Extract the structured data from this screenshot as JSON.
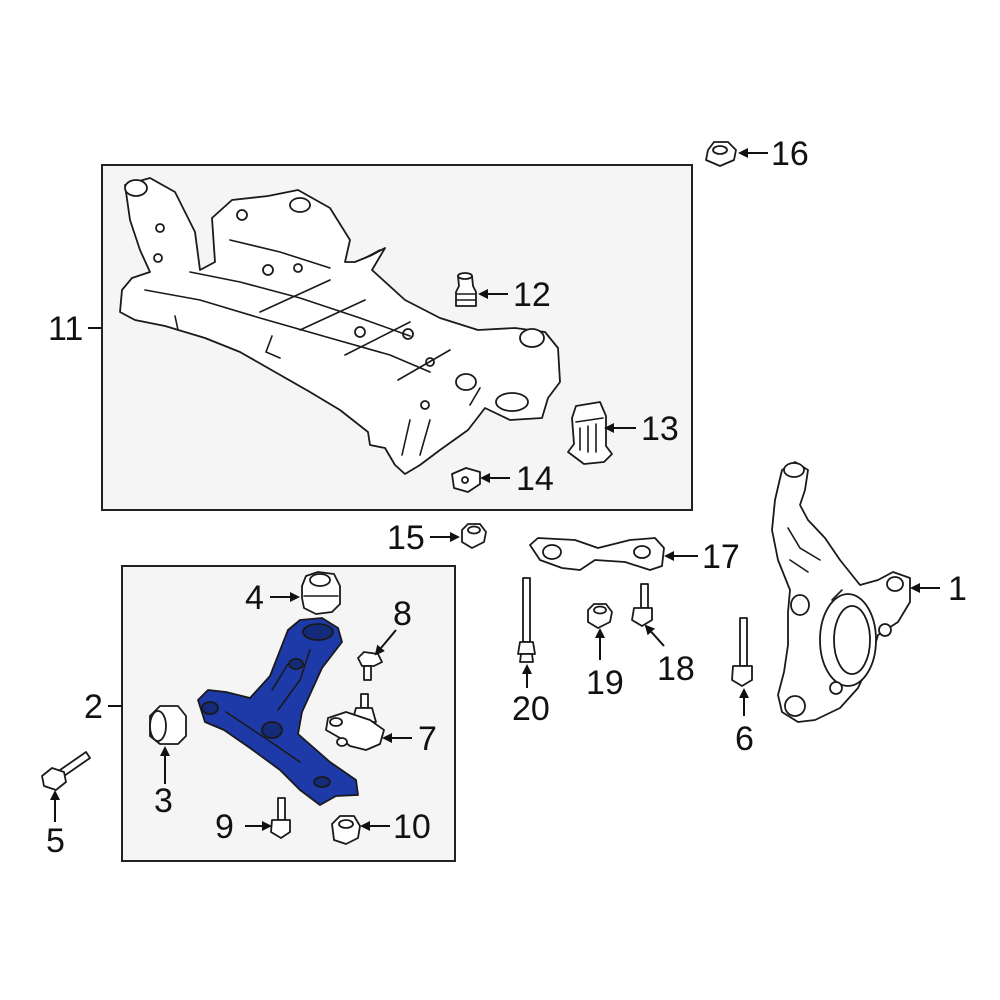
{
  "colors": {
    "highlight": "#1d3aa8",
    "highlight_dark": "#142a7a",
    "line": "#1a1a1a",
    "box_fill": "#f5f5f5"
  },
  "highlighted_part": "2",
  "callouts": {
    "c1": "1",
    "c2": "2",
    "c3": "3",
    "c4": "4",
    "c5": "5",
    "c6": "6",
    "c7": "7",
    "c8": "8",
    "c9": "9",
    "c10": "10",
    "c11": "11",
    "c12": "12",
    "c13": "13",
    "c14": "14",
    "c15": "15",
    "c16": "16",
    "c17": "17",
    "c18": "18",
    "c19": "19",
    "c20": "20"
  }
}
